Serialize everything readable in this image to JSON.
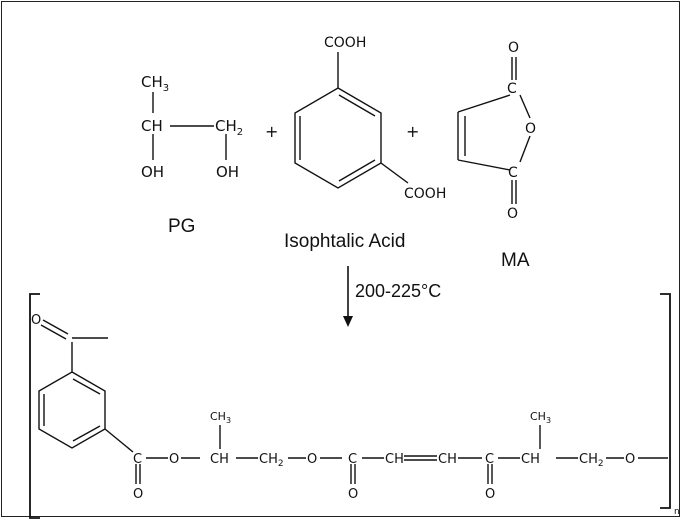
{
  "reactants": {
    "pg": {
      "name": "PG",
      "ch3": "CH",
      "ch3_sub": "3",
      "ch": "CH",
      "ch2": "CH",
      "ch2_sub": "2",
      "oh_left": "OH",
      "oh_right": "OH"
    },
    "plus_1": "+",
    "isophthalic": {
      "name": "Isophtalic Acid",
      "cooh_top": "COOH",
      "cooh_bottom": "COOH"
    },
    "plus_2": "+",
    "ma": {
      "name": "MA",
      "o_top": "O",
      "c_top": "C",
      "o_ring": "O",
      "c_bottom": "C",
      "o_bottom": "O"
    }
  },
  "reaction": {
    "condition": "200-225°C"
  },
  "polymer": {
    "o_acyl": "O",
    "c_ester": "C",
    "o_ester_dbl": "O",
    "o_link_1": "O",
    "ch3_1": "CH",
    "ch3_1_sub": "3",
    "ch_1": "CH",
    "ch2_1": "CH",
    "ch2_1_sub": "2",
    "o_link_2": "O",
    "c_2": "C",
    "o_dbl_2": "O",
    "ch_a": "CH",
    "ch_b": "CH",
    "c_3": "C",
    "o_dbl_3": "O",
    "ch3_2": "CH",
    "ch3_2_sub": "3",
    "ch_2": "CH",
    "ch2_2": "CH",
    "ch2_2_sub": "2",
    "o_link_3": "O",
    "repeat_n": "n"
  }
}
